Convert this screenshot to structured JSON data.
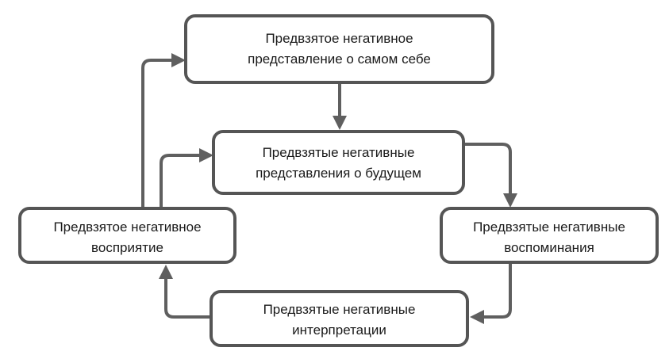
{
  "diagram": {
    "colors": {
      "box_stroke": "#555555",
      "arrow": "#5f5f5f",
      "text": "#1a1a1a"
    },
    "nodes": {
      "self": {
        "line1": "Предвзятое негативное",
        "line2": "представление о самом себе"
      },
      "future": {
        "line1": "Предвзятые негативные",
        "line2": "представления о будущем"
      },
      "memories": {
        "line1": "Предвзятые негативные",
        "line2": "воспоминания"
      },
      "interpretations": {
        "line1": "Предвзятые негативные",
        "line2": "интерпретации"
      },
      "perception": {
        "line1": "Предвзятое негативное",
        "line2": "восприятие"
      }
    }
  }
}
